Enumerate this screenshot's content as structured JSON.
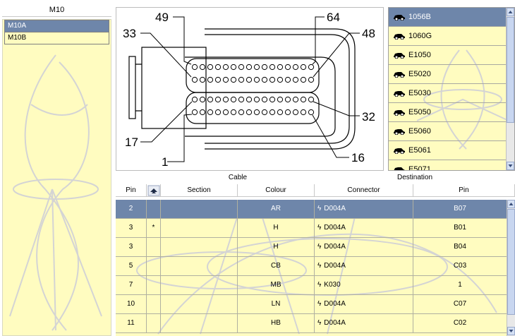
{
  "left_panel": {
    "title": "M10",
    "items": [
      {
        "label": "M10A",
        "selected": true
      },
      {
        "label": "M10B",
        "selected": false
      }
    ]
  },
  "diagram": {
    "pin_labels": {
      "p49": "49",
      "p64": "64",
      "p33": "33",
      "p48": "48",
      "p32": "32",
      "p17": "17",
      "p1": "1",
      "p16": "16"
    }
  },
  "connector_list": {
    "items": [
      {
        "label": "1056B",
        "selected": true
      },
      {
        "label": "1060G",
        "selected": false
      },
      {
        "label": "E1050",
        "selected": false
      },
      {
        "label": "E5020",
        "selected": false
      },
      {
        "label": "E5030",
        "selected": false
      },
      {
        "label": "E5050",
        "selected": false
      },
      {
        "label": "E5060",
        "selected": false
      },
      {
        "label": "E5061",
        "selected": false
      },
      {
        "label": "E5071",
        "selected": false
      }
    ]
  },
  "table": {
    "group_headers": {
      "cable": "Cable",
      "destination": "Destination"
    },
    "columns": {
      "pin": "Pin",
      "section": "Section",
      "colour": "Colour",
      "connector": "Connector",
      "dest_pin": "Pin"
    },
    "rows": [
      {
        "pin": "2",
        "mark": "",
        "section": "",
        "colour": "AR",
        "connector": "D004A",
        "dest_pin": "B07",
        "selected": true
      },
      {
        "pin": "3",
        "mark": "*",
        "section": "",
        "colour": "H",
        "connector": "D004A",
        "dest_pin": "B01",
        "selected": false
      },
      {
        "pin": "3",
        "mark": "",
        "section": "",
        "colour": "H",
        "connector": "D004A",
        "dest_pin": "B04",
        "selected": false
      },
      {
        "pin": "5",
        "mark": "",
        "section": "",
        "colour": "CB",
        "connector": "D004A",
        "dest_pin": "C03",
        "selected": false
      },
      {
        "pin": "7",
        "mark": "",
        "section": "",
        "colour": "MB",
        "connector": "K030",
        "dest_pin": "1",
        "selected": false
      },
      {
        "pin": "10",
        "mark": "",
        "section": "",
        "colour": "LN",
        "connector": "D004A",
        "dest_pin": "C07",
        "selected": false
      },
      {
        "pin": "11",
        "mark": "",
        "section": "",
        "colour": "HB",
        "connector": "D004A",
        "dest_pin": "C02",
        "selected": false
      }
    ]
  },
  "colors": {
    "selection": "#6e86aa",
    "list_background": "#fffcc0",
    "watermark": "#d4d4d4"
  },
  "icons": {
    "car": "car-icon",
    "bolt": "lightning-bolt-icon",
    "sort": "sort-arrows-icon"
  }
}
